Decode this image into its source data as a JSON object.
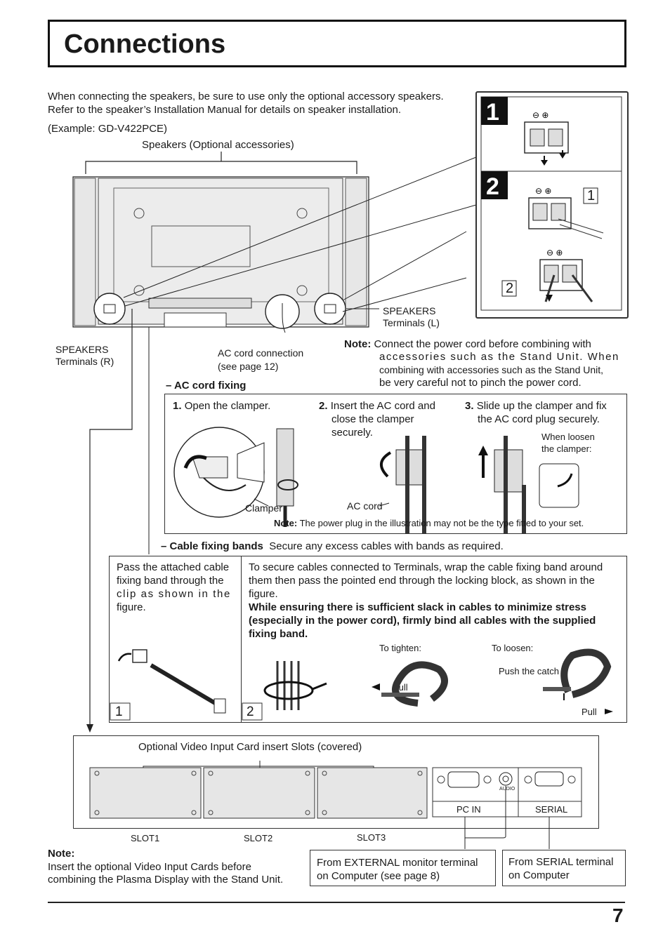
{
  "page_title": "Connections",
  "page_number": "7",
  "intro": {
    "line1": "When connecting the speakers, be sure to use only the optional accessory speakers.",
    "line2": "Refer to the speaker’s Installation Manual for details on speaker installation.",
    "example": "(Example: GD-V422PCE)",
    "speakers_label": "Speakers (Optional accessories)"
  },
  "rear": {
    "speakers_l_1": "SPEAKERS",
    "speakers_l_2": "Terminals (L)",
    "speakers_r_1": "SPEAKERS",
    "speakers_r_2": "Terminals (R)",
    "ac_conn_1": "AC cord connection",
    "ac_conn_2": "(see page 12)"
  },
  "steps": {
    "step1": "1",
    "step2": "2",
    "sub1": "1",
    "sub2": "2"
  },
  "power_note": {
    "label": "Note:",
    "text1": "Connect the power cord before combining with",
    "text2": "accessories such as the Stand Unit. When",
    "text3": "combining with accessories such as the Stand Unit,",
    "text4": "be very careful not to pinch the power cord."
  },
  "ac_fixing": {
    "heading": "– AC cord fixing",
    "step1_num": "1.",
    "step1_text": "Open the clamper.",
    "step2_num": "2.",
    "step2_text1": "Insert the AC cord and",
    "step2_text2": "close the clamper",
    "step2_text3": "securely.",
    "step3_num": "3.",
    "step3_text1": "Slide up the clamper and fix",
    "step3_text2": "the AC cord plug securely.",
    "loosen1": "When loosen",
    "loosen2": "the clamper:",
    "clamper": "Clamper",
    "ac_cord": "AC cord",
    "note_label": "Note:",
    "note_text": "The power plug in the illustration may not be the type fitted to your set."
  },
  "cable_bands": {
    "heading": "– Cable fixing bands",
    "heading_text": "Secure any excess cables with bands as required.",
    "left1": "Pass the attached cable",
    "left2": "fixing band through the",
    "left3": "clip as shown in the",
    "left4": "figure.",
    "right1": "To secure cables connected to Terminals, wrap the cable fixing band around",
    "right2": "them then pass the pointed end through the locking block, as shown in the",
    "right3": "figure.",
    "bold1": "While ensuring there is sufficient slack in cables to minimize stress",
    "bold2": "(especially in the power cord), firmly bind all cables with the supplied",
    "bold3": "fixing band.",
    "to_tighten": "To tighten:",
    "to_loosen": "To loosen:",
    "push_catch": "Push the catch",
    "pull": "Pull",
    "fig1": "1",
    "fig2": "2"
  },
  "slots": {
    "caption": "Optional Video Input Card insert Slots (covered)",
    "slot1": "SLOT1",
    "slot2": "SLOT2",
    "slot3": "SLOT3",
    "pc_in": "PC    IN",
    "audio": "AUDIO",
    "serial": "SERIAL"
  },
  "bottom_note": {
    "label": "Note:",
    "line1": "Insert the optional Video Input Cards before",
    "line2": "combining the Plasma Display with the Stand Unit."
  },
  "from_external": {
    "line1": "From EXTERNAL monitor terminal",
    "line2": "on Computer (see page 8)"
  },
  "from_serial": {
    "line1": "From SERIAL terminal",
    "line2": "on Computer"
  }
}
